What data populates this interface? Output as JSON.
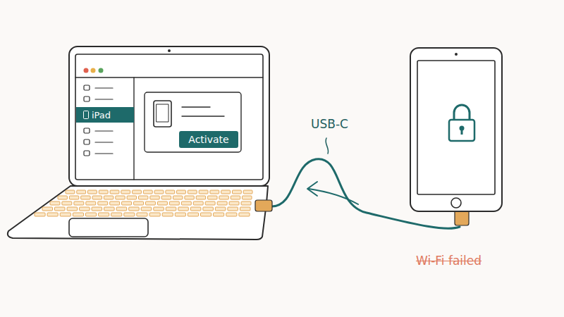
{
  "diagram": {
    "nodes": [
      {
        "text": [
          "iPad"
        ]
      },
      {
        "text": [
          "Activate"
        ]
      }
    ],
    "labels": [
      "USB-C",
      "Wi-Fi failed"
    ]
  }
}
